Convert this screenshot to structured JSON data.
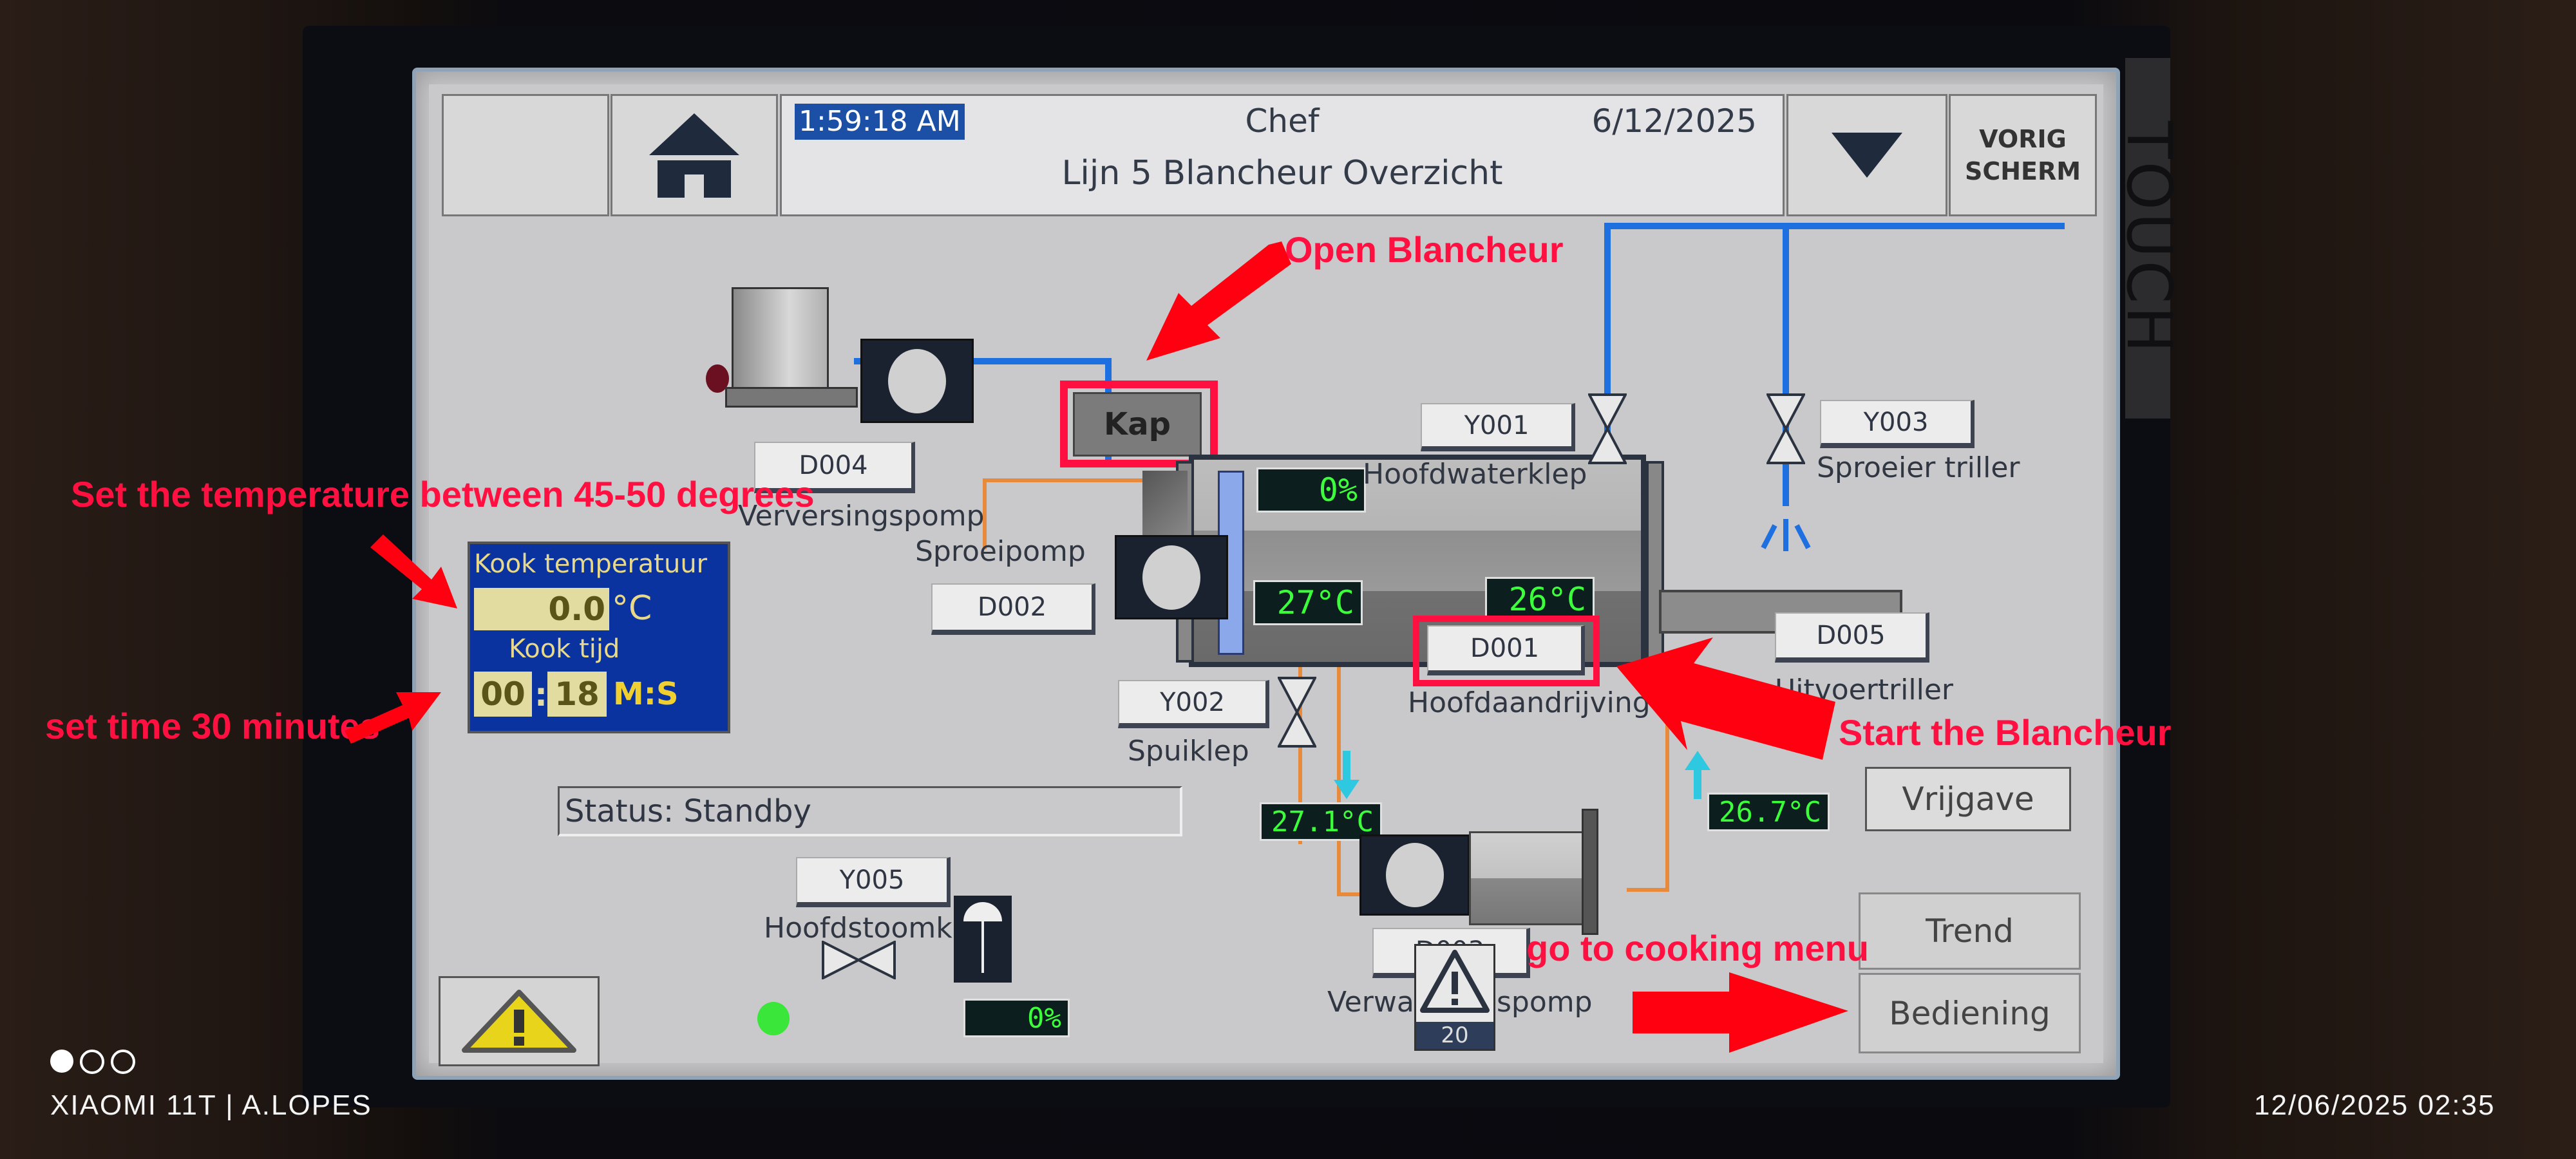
{
  "header": {
    "clock": "1:59:18 AM",
    "user": "Chef",
    "date": "6/12/2025",
    "title": "Lijn 5 Blancheur Overzicht",
    "home_icon": "home-icon",
    "dropdown_icon": "triangle-down-icon",
    "back_button": {
      "line1": "VORIG",
      "line2": "SCHERM"
    }
  },
  "bezel": {
    "brand_text": "TOUCH"
  },
  "cooking": {
    "temp_label": "Kook temperatuur",
    "temp_value": "0.0",
    "temp_unit": "°C",
    "time_label": "Kook tijd",
    "time_minutes": "00",
    "time_seconds": "18",
    "time_unit": "M:S"
  },
  "equipment": {
    "kap_button": "Kap",
    "d004": {
      "tag": "D004",
      "label": "Verversingspomp"
    },
    "d002": {
      "tag": "D002",
      "label": "Sproeipomp"
    },
    "y001": {
      "tag": "Y001",
      "label": "Hoofdwaterklep"
    },
    "y003": {
      "tag": "Y003",
      "label": "Sproeier triller"
    },
    "d001": {
      "tag": "D001",
      "label": "Hoofdaandrijving"
    },
    "d005": {
      "tag": "D005",
      "label": "Uitvoertriller"
    },
    "y002": {
      "tag": "Y002",
      "label": "Spuiklep"
    },
    "d003": {
      "tag": "D003",
      "label": "Verwarmingspomp"
    },
    "y005": {
      "tag": "Y005",
      "label": "Hoofdstoomklep"
    }
  },
  "readings": {
    "tank_level": "0%",
    "tank_temp_left": "27°C",
    "tank_temp_right": "26°C",
    "heater_in_temp": "27.1°C",
    "heater_out_temp": "26.7°C",
    "steam_valve_pct": "0%"
  },
  "status": {
    "text": "Status: Standby"
  },
  "alarms": {
    "count": "20",
    "icon": "warning-icon"
  },
  "buttons": {
    "vrijgave": "Vrijgave",
    "trend": "Trend",
    "bediening": "Bediening"
  },
  "annotations": {
    "open": "Open Blancheur",
    "temperature": "Set the temperature between 45-50 degrees",
    "time": "set time 30 minutes",
    "start": "Start the Blancheur",
    "menu": "go to cooking menu"
  },
  "watermark": {
    "device": "XIAOMI 11T | A.LOPES",
    "timestamp": "12/06/2025  02:35"
  },
  "colors": {
    "pipe_water": "#1e6fe0",
    "pipe_hot": "#e88a3c",
    "lcd_text": "#3cff3c",
    "annotation": "#ff1040",
    "panel_blue": "#0a33a0"
  }
}
